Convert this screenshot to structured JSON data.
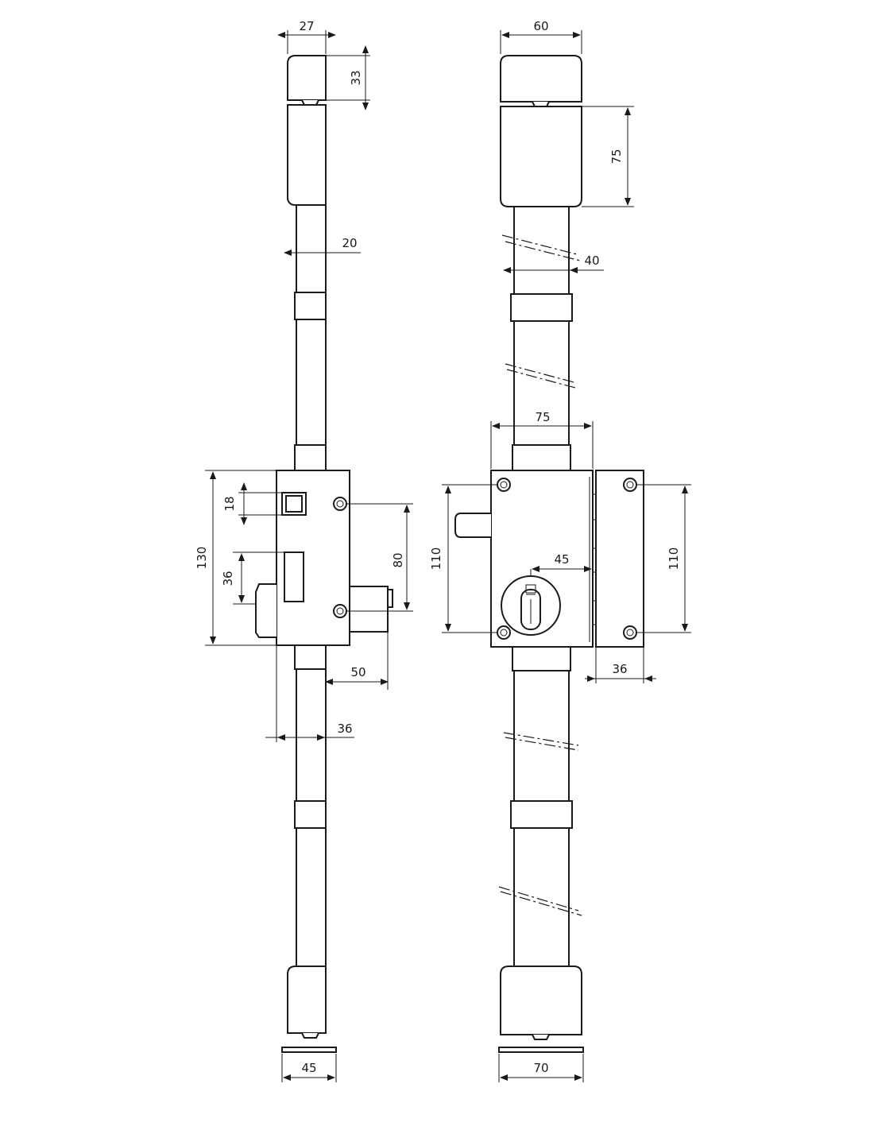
{
  "dimensions": {
    "side_width_top": "27",
    "side_cap_height": "33",
    "side_rod_diameter": "20",
    "side_guide_height": "18",
    "side_case_height": "130",
    "side_bolt_height": "36",
    "side_screw_spacing": "80",
    "side_bolt_throw": "50",
    "side_case_depth": "36",
    "side_width_bottom": "45",
    "front_cap_width": "60",
    "front_guide_height": "75",
    "front_rod_diameter": "40",
    "front_case_width": "75",
    "front_case_screws": "110",
    "front_cylinder_offset": "45",
    "front_keeper_screws": "110",
    "front_keeper_width": "36",
    "front_width_bottom": "70"
  },
  "colors": {
    "line": "#1a1a1a",
    "background": "#ffffff"
  }
}
